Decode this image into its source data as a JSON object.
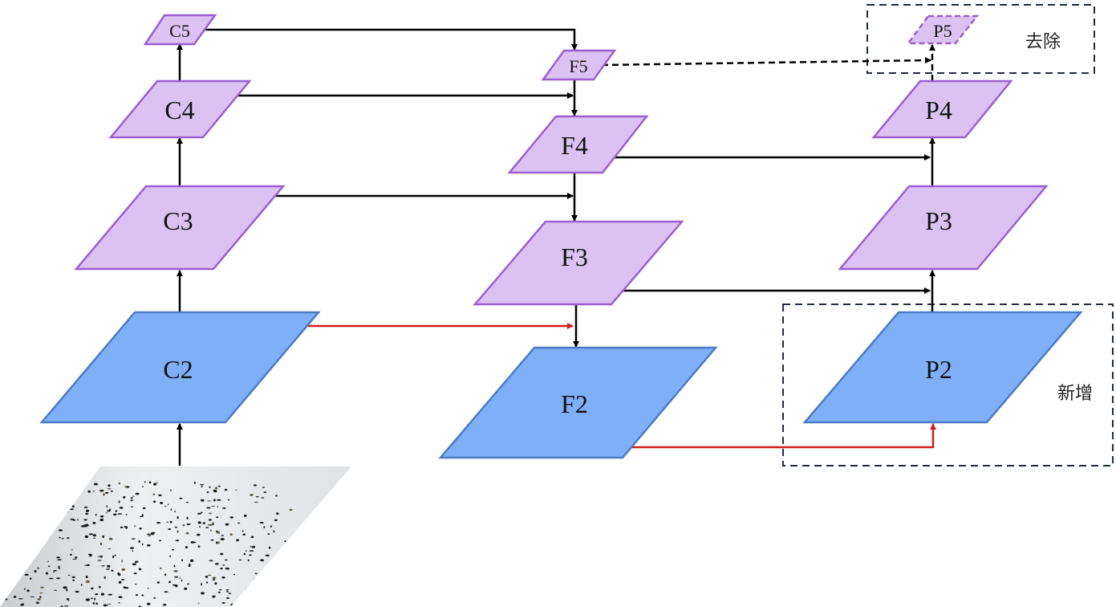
{
  "diagram": {
    "colors": {
      "purple_fill": "#dcc2f2",
      "purple_stroke": "#9b5fd0",
      "blue_fill": "#7fb0f7",
      "blue_stroke": "#4a7bc4",
      "arrow_black": "#000000",
      "arrow_red": "#d01c1c",
      "dashed_box": "#1f2a44"
    },
    "backbone": [
      {
        "id": "C5",
        "label": "C5"
      },
      {
        "id": "C4",
        "label": "C4"
      },
      {
        "id": "C3",
        "label": "C3"
      },
      {
        "id": "C2",
        "label": "C2"
      }
    ],
    "fpn": [
      {
        "id": "F5",
        "label": "F5"
      },
      {
        "id": "F4",
        "label": "F4"
      },
      {
        "id": "F3",
        "label": "F3"
      },
      {
        "id": "F2",
        "label": "F2"
      }
    ],
    "pan": [
      {
        "id": "P5",
        "label": "P5"
      },
      {
        "id": "P4",
        "label": "P4"
      },
      {
        "id": "P3",
        "label": "P3"
      },
      {
        "id": "P2",
        "label": "P2"
      }
    ],
    "annotations": {
      "removed": "去除",
      "added": "新增"
    },
    "input_image": {
      "description": "insect trap photo"
    }
  }
}
